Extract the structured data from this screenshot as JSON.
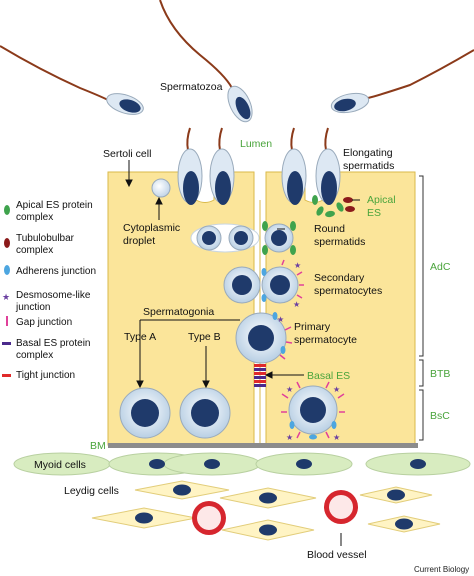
{
  "labels": {
    "spermatozoa": "Spermatozoa",
    "lumen": "Lumen",
    "sertoli_cell": "Sertoli cell",
    "elongating_1": "Elongating",
    "elongating_2": "spermatids",
    "apical_es_1": "Apical",
    "apical_es_2": "ES",
    "adc": "AdC",
    "cyto_1": "Cytoplasmic",
    "cyto_2": "droplet",
    "round_1": "Round",
    "round_2": "spermatids",
    "secondary_1": "Secondary",
    "secondary_2": "spermatocytes",
    "spermatogonia": "Spermatogonia",
    "type_a": "Type A",
    "type_b": "Type B",
    "primary_1": "Primary",
    "primary_2": "spermatocyte",
    "basal_es": "Basal ES",
    "btb": "BTB",
    "bsc": "BsC",
    "bm": "BM",
    "myoid": "Myoid cells",
    "leydig": "Leydig cells",
    "blood_vessel": "Blood vessel",
    "credit": "Current Biology"
  },
  "legend": [
    {
      "lines": [
        "Apical ES protein",
        "complex"
      ],
      "icon": "green-oval-icon",
      "color": "#3fa34d"
    },
    {
      "lines": [
        "Tubulobulbar",
        "complex"
      ],
      "icon": "dark-red-oval-icon",
      "color": "#8b1a1a"
    },
    {
      "lines": [
        "Adherens junction"
      ],
      "icon": "blue-oval-icon",
      "color": "#4da6e0"
    },
    {
      "lines": [
        "Desmosome-like",
        "junction"
      ],
      "icon": "purple-star-icon",
      "color": "#6a3fa0"
    },
    {
      "lines": [
        "Gap junction"
      ],
      "icon": "pink-bar-icon",
      "color": "#e0409a"
    },
    {
      "lines": [
        "Basal ES protein",
        "complex"
      ],
      "icon": "indigo-bar-icon",
      "color": "#4b2a8c"
    },
    {
      "lines": [
        "Tight junction"
      ],
      "icon": "red-bar-icon",
      "color": "#e02a2a"
    }
  ],
  "colors": {
    "sertoli": "#fbe59a",
    "nucleus": "#1f3a6b",
    "cell_ring": "#aac4dd",
    "myoid": "#d8ecc0",
    "leydig": "#fff4c4",
    "vessel_red": "#d6262e",
    "label_green": "#4aa43c",
    "bm_gray": "#8c8c8c"
  }
}
